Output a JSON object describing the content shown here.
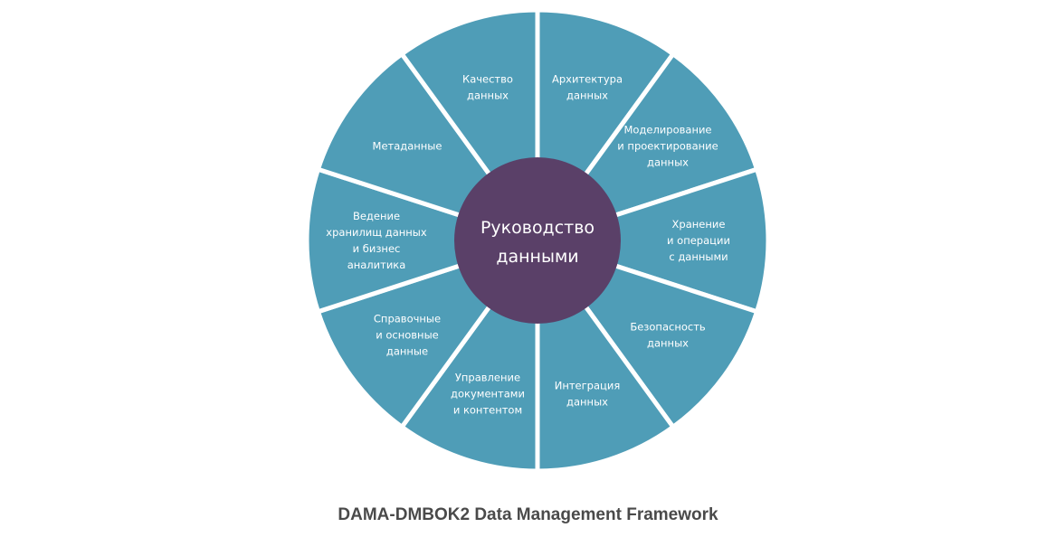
{
  "diagram": {
    "title": "DAMA-DMBOK2 Data Management Framework",
    "center": {
      "lines": [
        "Руководство",
        "данными"
      ]
    },
    "segments": [
      {
        "lines": [
          "Архитектура",
          "данных"
        ]
      },
      {
        "lines": [
          "Моделирование",
          "и проектирование",
          "данных"
        ]
      },
      {
        "lines": [
          "Хранение",
          "и операции",
          "с данными"
        ]
      },
      {
        "lines": [
          "Безопасность",
          "данных"
        ]
      },
      {
        "lines": [
          "Интеграция",
          "данных"
        ]
      },
      {
        "lines": [
          "Управление",
          "документами",
          "и контентом"
        ]
      },
      {
        "lines": [
          "Справочные",
          "и основные",
          "данные"
        ]
      },
      {
        "lines": [
          "Ведение",
          "хранилищ данных",
          "и бизнес",
          "аналитика"
        ]
      },
      {
        "lines": [
          "Метаданные"
        ]
      },
      {
        "lines": [
          "Качество",
          "данных"
        ]
      }
    ],
    "colors": {
      "segment_fill": "#4f9db7",
      "center_fill": "#5a4068",
      "separator": "#ffffff",
      "title": "#4a4a4a"
    }
  }
}
